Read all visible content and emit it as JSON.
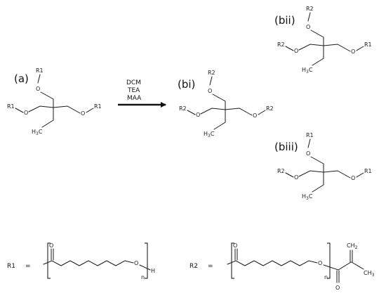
{
  "panels": {
    "a": {
      "label": "(a)",
      "top": "R1",
      "left": "R1",
      "right": "R1",
      "o": "O",
      "h3c": "H",
      "h3c_sub": "3",
      "h3c_c": "C"
    },
    "bi": {
      "label": "(bi)",
      "top": "R2",
      "left": "R2",
      "right": "R2",
      "o": "O",
      "h3c": "H",
      "h3c_sub": "3",
      "h3c_c": "C"
    },
    "bii": {
      "label": "(bii)",
      "top": "R2",
      "left": "R2",
      "right": "R1",
      "o": "O",
      "h3c": "H",
      "h3c_sub": "3",
      "h3c_c": "C"
    },
    "biii": {
      "label": "(biii)",
      "top": "R1",
      "left": "R2",
      "right": "R1",
      "o": "O",
      "h3c": "H",
      "h3c_sub": "3",
      "h3c_c": "C"
    }
  },
  "reaction": {
    "conditions": [
      "DCM",
      "TEA",
      "MAA"
    ]
  },
  "r1": {
    "name": "R1",
    "equals": "=",
    "o_carbonyl": "O",
    "o_chain": "O",
    "h": "H",
    "n": "n"
  },
  "r2": {
    "name": "R2",
    "equals": "=",
    "o_carbonyl": "O",
    "o_chain": "O",
    "o_ester": "O",
    "n": "n",
    "ch2": "CH",
    "ch2_sub": "2",
    "ch3": "CH",
    "ch3_sub": "3"
  }
}
